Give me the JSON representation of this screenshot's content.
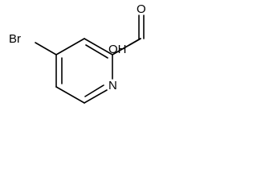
{
  "molecule": {
    "atoms": {
      "br": "Br",
      "n": "N",
      "oh": "OH",
      "o": "O"
    }
  }
}
